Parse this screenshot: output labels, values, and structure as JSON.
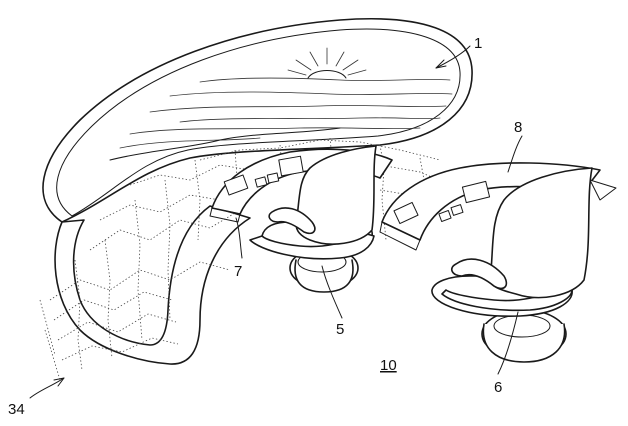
{
  "figure": {
    "labels": {
      "screen": "1",
      "seat_front": "5",
      "seat_rear": "6",
      "console_front": "7",
      "console_rear": "8",
      "vehicle": "10",
      "mesh": "34"
    }
  }
}
